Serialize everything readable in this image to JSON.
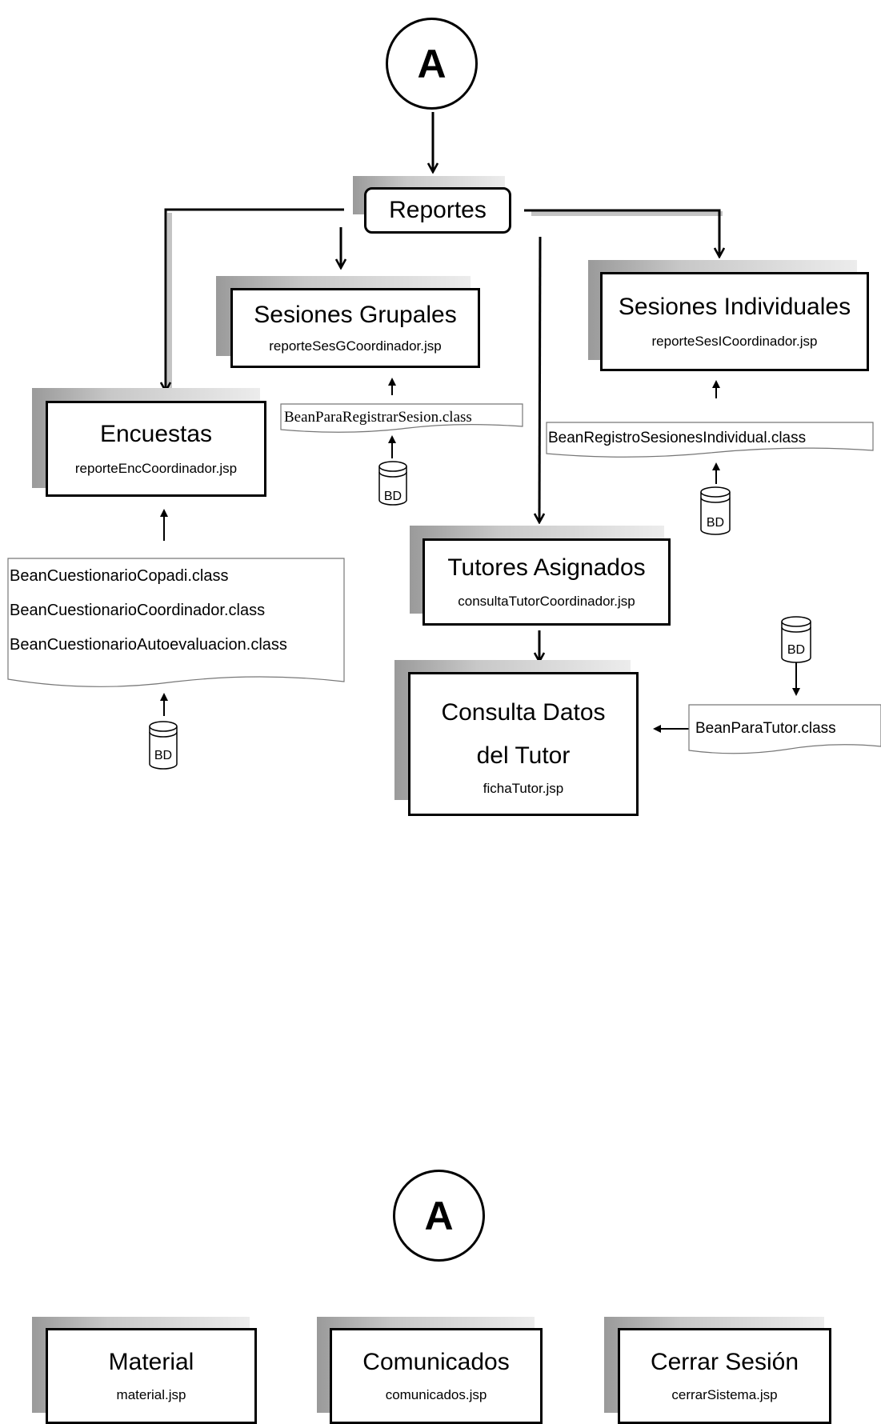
{
  "connectors": {
    "top": "A",
    "bottom": "A"
  },
  "reportes": {
    "label": "Reportes"
  },
  "sesiones_grupales": {
    "title": "Sesiones Grupales",
    "file": "reporteSesGCoordinador.jsp",
    "bean": "BeanParaRegistrarSesion.class"
  },
  "sesiones_individuales": {
    "title": "Sesiones Individuales",
    "file": "reporteSesICoordinador.jsp",
    "bean": "BeanRegistroSesionesIndividual.class"
  },
  "encuestas": {
    "title": "Encuestas",
    "file": "reporteEncCoordinador.jsp",
    "beans": [
      "BeanCuestionarioCopadi.class",
      "BeanCuestionarioCoordinador.class",
      "BeanCuestionarioAutoevaluacion.class"
    ]
  },
  "tutores_asignados": {
    "title": "Tutores Asignados",
    "file": "consultaTutorCoordinador.jsp"
  },
  "consulta_datos": {
    "title_line1": "Consulta Datos",
    "title_line2": "del Tutor",
    "file": "fichaTutor.jsp",
    "bean": "BeanParaTutor.class"
  },
  "material": {
    "title": "Material",
    "file": "material.jsp"
  },
  "comunicados": {
    "title": "Comunicados",
    "file": "comunicados.jsp"
  },
  "cerrar_sesion": {
    "title": "Cerrar Sesión",
    "file": "cerrarSistema.jsp"
  },
  "database_label": "BD"
}
